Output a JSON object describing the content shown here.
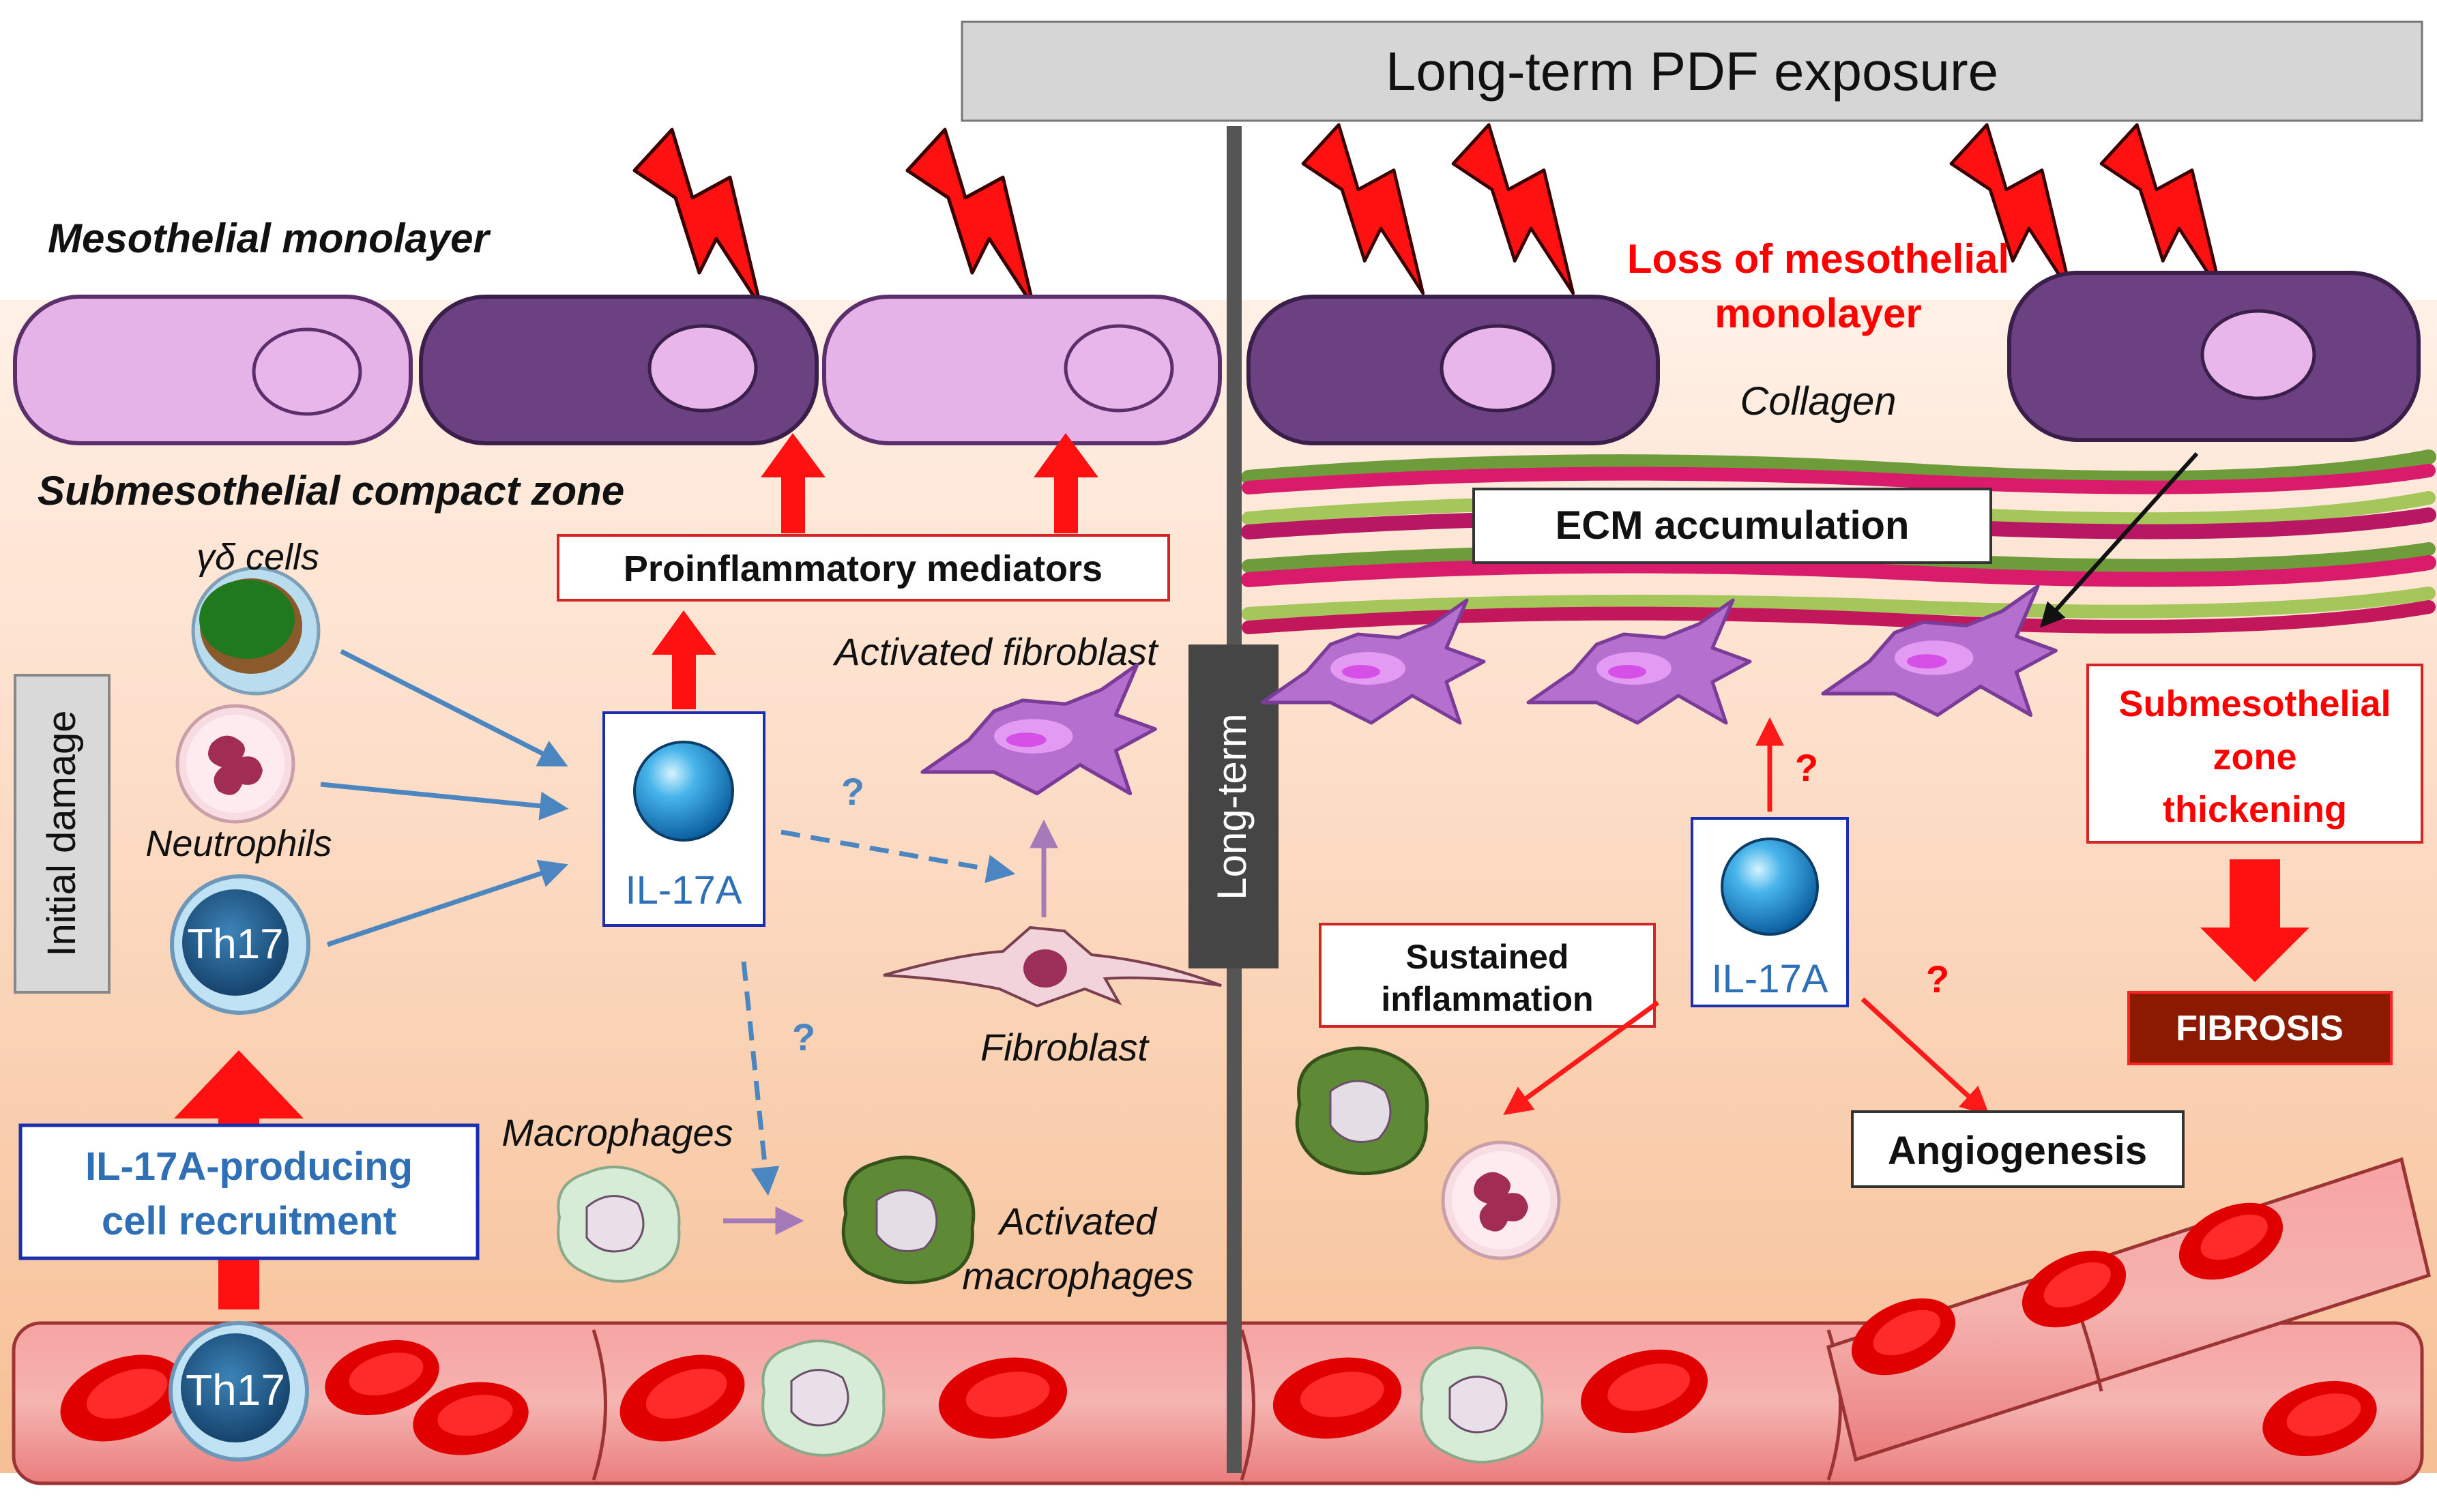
{
  "banner": {
    "title": "Long-term PDF exposure"
  },
  "left": {
    "mesothelial_label": "Mesothelial monolayer",
    "submesothelial_label": "Submesothelial compact zone",
    "initial_damage": "Initial damage",
    "gd_cells": "γδ cells",
    "neutrophils": "Neutrophils",
    "th17": "Th17",
    "il17a": "IL-17A",
    "proinflammatory": "Proinflammatory mediators",
    "activated_fibroblast": "Activated fibroblast",
    "fibroblast": "Fibroblast",
    "macrophages": "Macrophages",
    "activated_macrophages_1": "Activated",
    "activated_macrophages_2": "macrophages",
    "recruitment_1": "IL-17A-producing",
    "recruitment_2": "cell recruitment",
    "question_1": "?",
    "question_2": "?",
    "vessel_th17": "Th17"
  },
  "divider": {
    "label": "Long-term"
  },
  "right": {
    "loss_1": "Loss of mesothelial",
    "loss_2": "monolayer",
    "collagen": "Collagen",
    "ecm": "ECM accumulation",
    "il17a": "IL-17A",
    "sustained_1": "Sustained",
    "sustained_2": "inflammation",
    "angiogenesis": "Angiogenesis",
    "thickening_1": "Submesothelial",
    "thickening_2": "zone",
    "thickening_3": "thickening",
    "fibrosis": "FIBROSIS",
    "question_1": "?",
    "question_2": "?"
  },
  "colors": {
    "tissue_top": "#fde3d3",
    "tissue_bottom": "#f7c39d",
    "mesothelial_light": "#e6b3e8",
    "mesothelial_dark": "#6b4182",
    "nucleus": "#e9b6ec",
    "arrow_red": "#ff1a1a",
    "arrow_blue": "#4b86c0",
    "text_blue": "#2e6fb6",
    "text_red": "#ff0000",
    "vessel": "#f28a8a",
    "rbc": "#e40000",
    "fibrosis_box": "#8b1a00",
    "divider": "#555555"
  }
}
